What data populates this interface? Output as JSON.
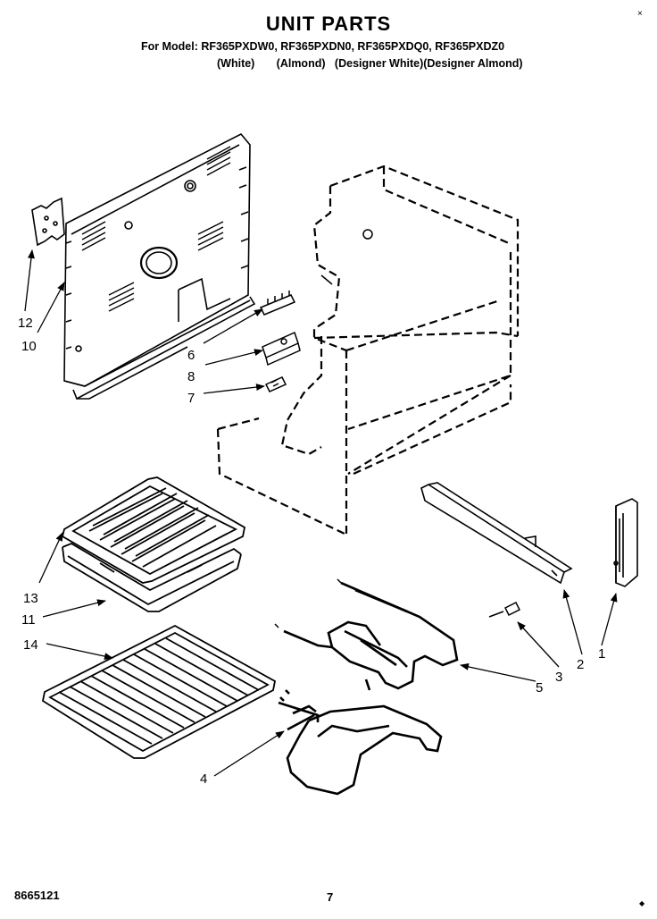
{
  "header": {
    "title": "UNIT PARTS",
    "models_line": "For Model: RF365PXDW0, RF365PXDN0, RF365PXDQ0, RF365PXDZ0",
    "colors_line": "(White)       (Almond)   (Designer White)(Designer Almond)"
  },
  "footer": {
    "code": "8665121",
    "page": "7"
  },
  "corner_marks": {
    "top_right": "×",
    "bottom_right": "◆"
  },
  "callouts": [
    "1",
    "2",
    "3",
    "4",
    "5",
    "6",
    "7",
    "8",
    "10",
    "11",
    "12",
    "13",
    "14"
  ]
}
